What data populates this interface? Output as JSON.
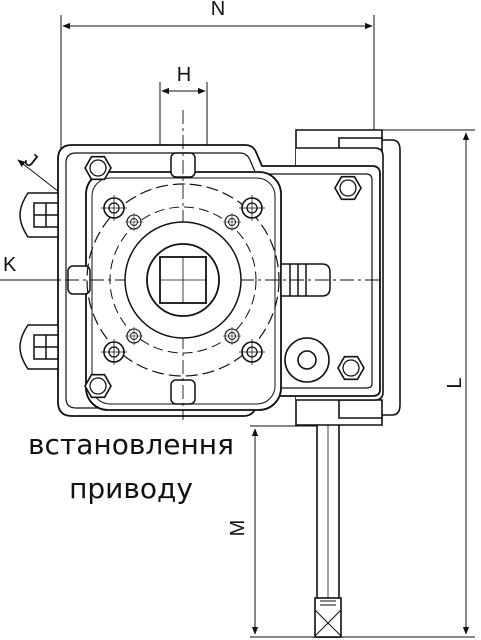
{
  "dimensions": {
    "n": "N",
    "h": "H",
    "j": "J",
    "k": "K",
    "l": "L",
    "m": "M"
  },
  "caption": {
    "line1": "встановлення",
    "line2": "приводу"
  }
}
